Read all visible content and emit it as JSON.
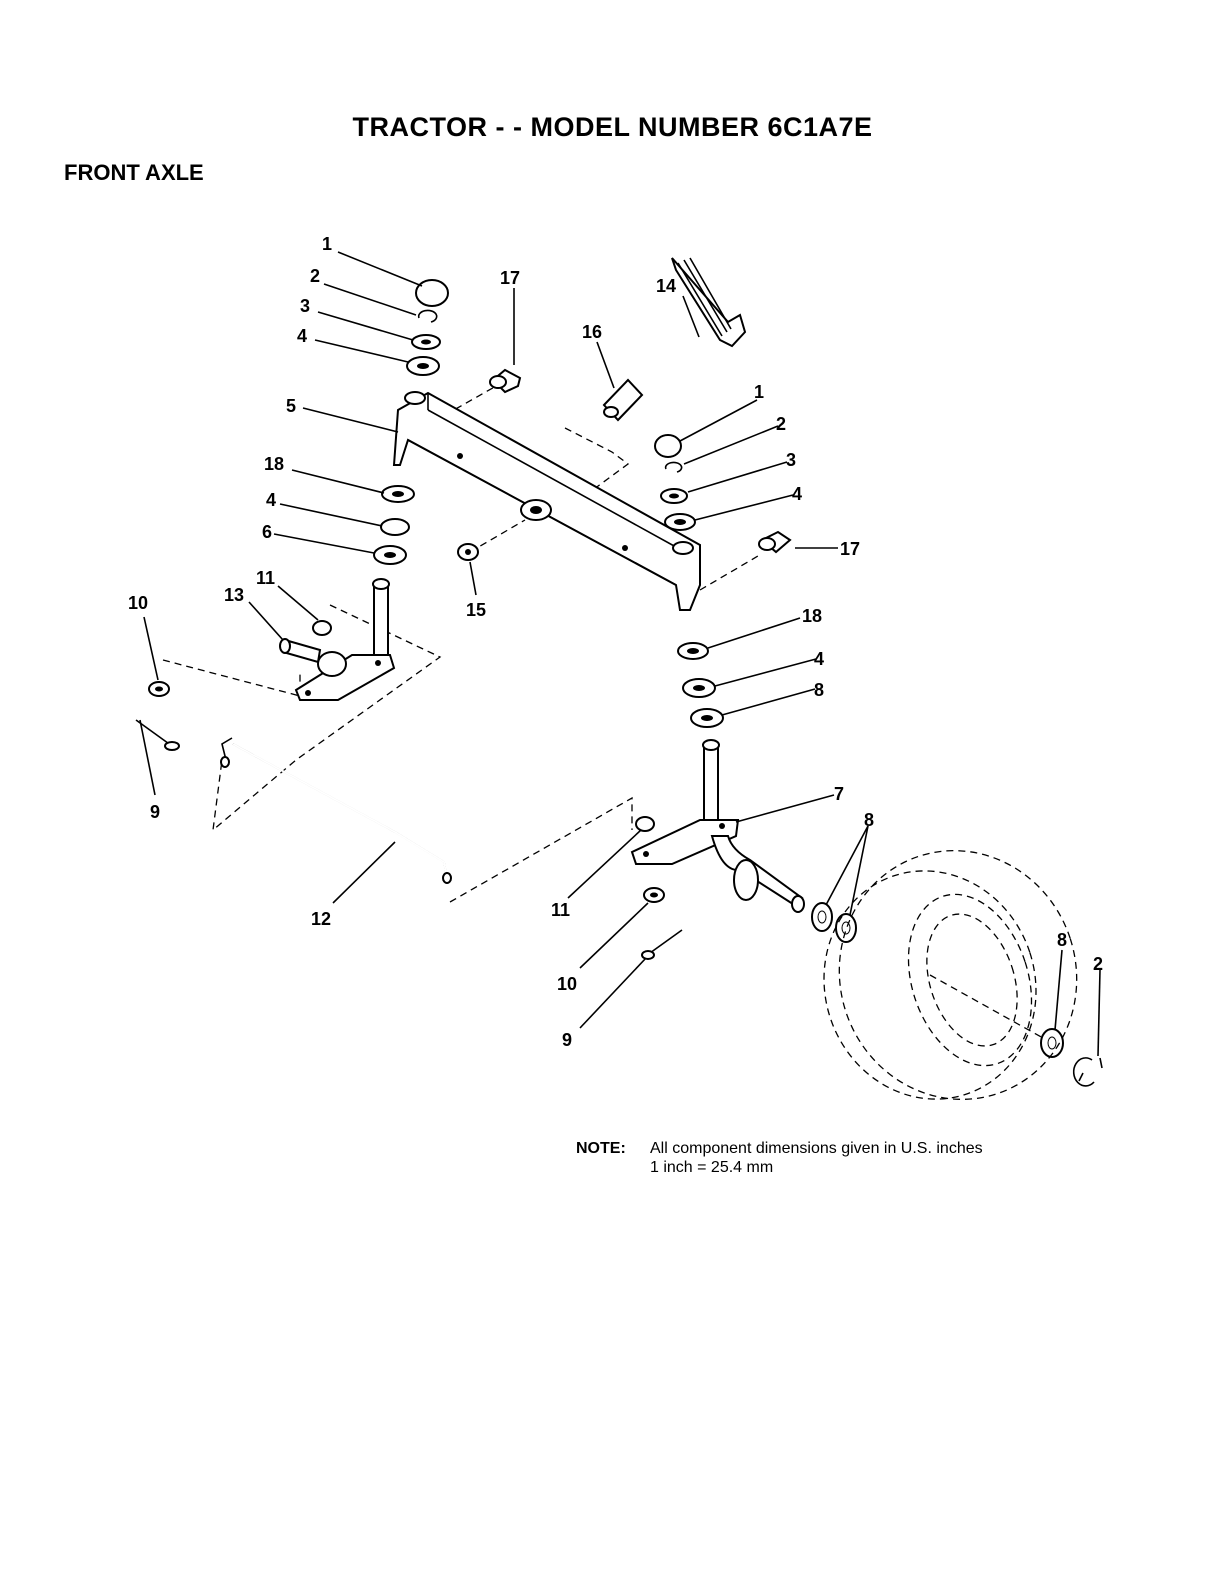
{
  "header": {
    "title": "TRACTOR  - - MODEL NUMBER 6C1A7E",
    "section": "FRONT AXLE"
  },
  "callouts": {
    "c1a": "1",
    "c2a": "2",
    "c3a": "3",
    "c4a": "4",
    "c5": "5",
    "c18a": "18",
    "c4b": "4",
    "c6": "6",
    "c11a": "11",
    "c13": "13",
    "c10a": "10",
    "c9a": "9",
    "c12": "12",
    "c17a": "17",
    "c16": "16",
    "c14": "14",
    "c15": "15",
    "c1b": "1",
    "c2b": "2",
    "c3b": "3",
    "c4c": "4",
    "c17b": "17",
    "c18b": "18",
    "c4d": "4",
    "c8a": "8",
    "c7": "7",
    "c8b": "8",
    "c11b": "11",
    "c10b": "10",
    "c9b": "9",
    "c8c": "8",
    "c2c": "2"
  },
  "note": {
    "label": "NOTE:",
    "line1": "All component dimensions given in U.S. inches",
    "line2": "1 inch = 25.4 mm"
  }
}
